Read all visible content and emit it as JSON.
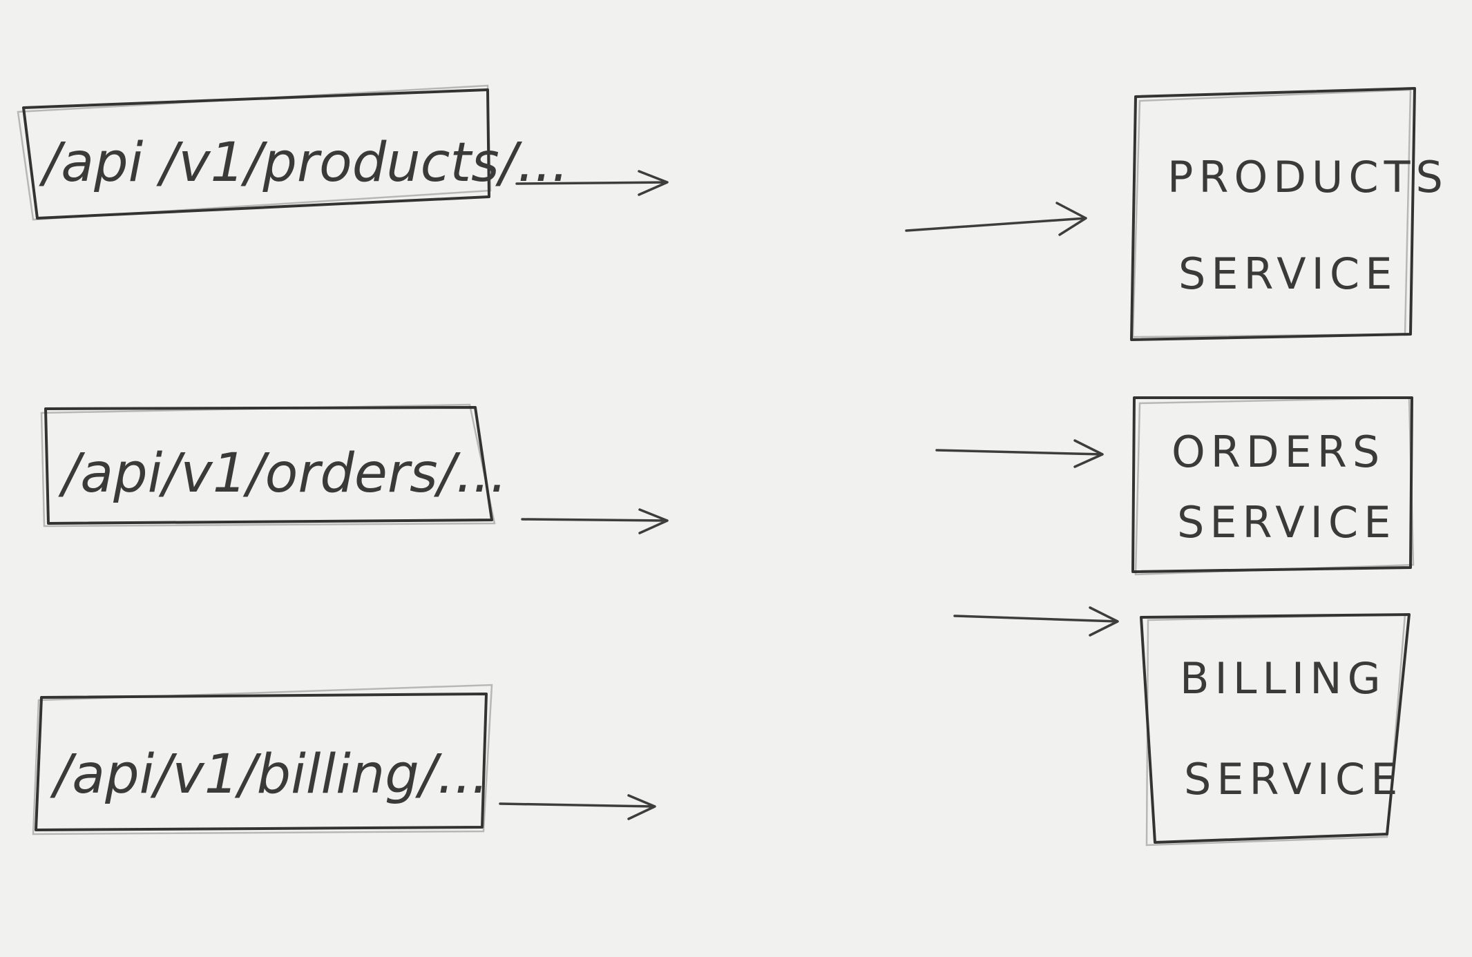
{
  "routes": [
    {
      "label": "/api /v1/products/..."
    },
    {
      "label": "/api/v1/orders/..."
    },
    {
      "label": "/api/v1/billing/..."
    }
  ],
  "services": [
    {
      "line1": "PRODUCTS",
      "line2": "SERVICE"
    },
    {
      "line1": "ORDERS",
      "line2": "SERVICE"
    },
    {
      "line1": "BILLING",
      "line2": "SERVICE"
    }
  ],
  "colors": {
    "ink": "#333333",
    "paper": "#f1f1ef",
    "pencil": "#b7b7b7"
  }
}
